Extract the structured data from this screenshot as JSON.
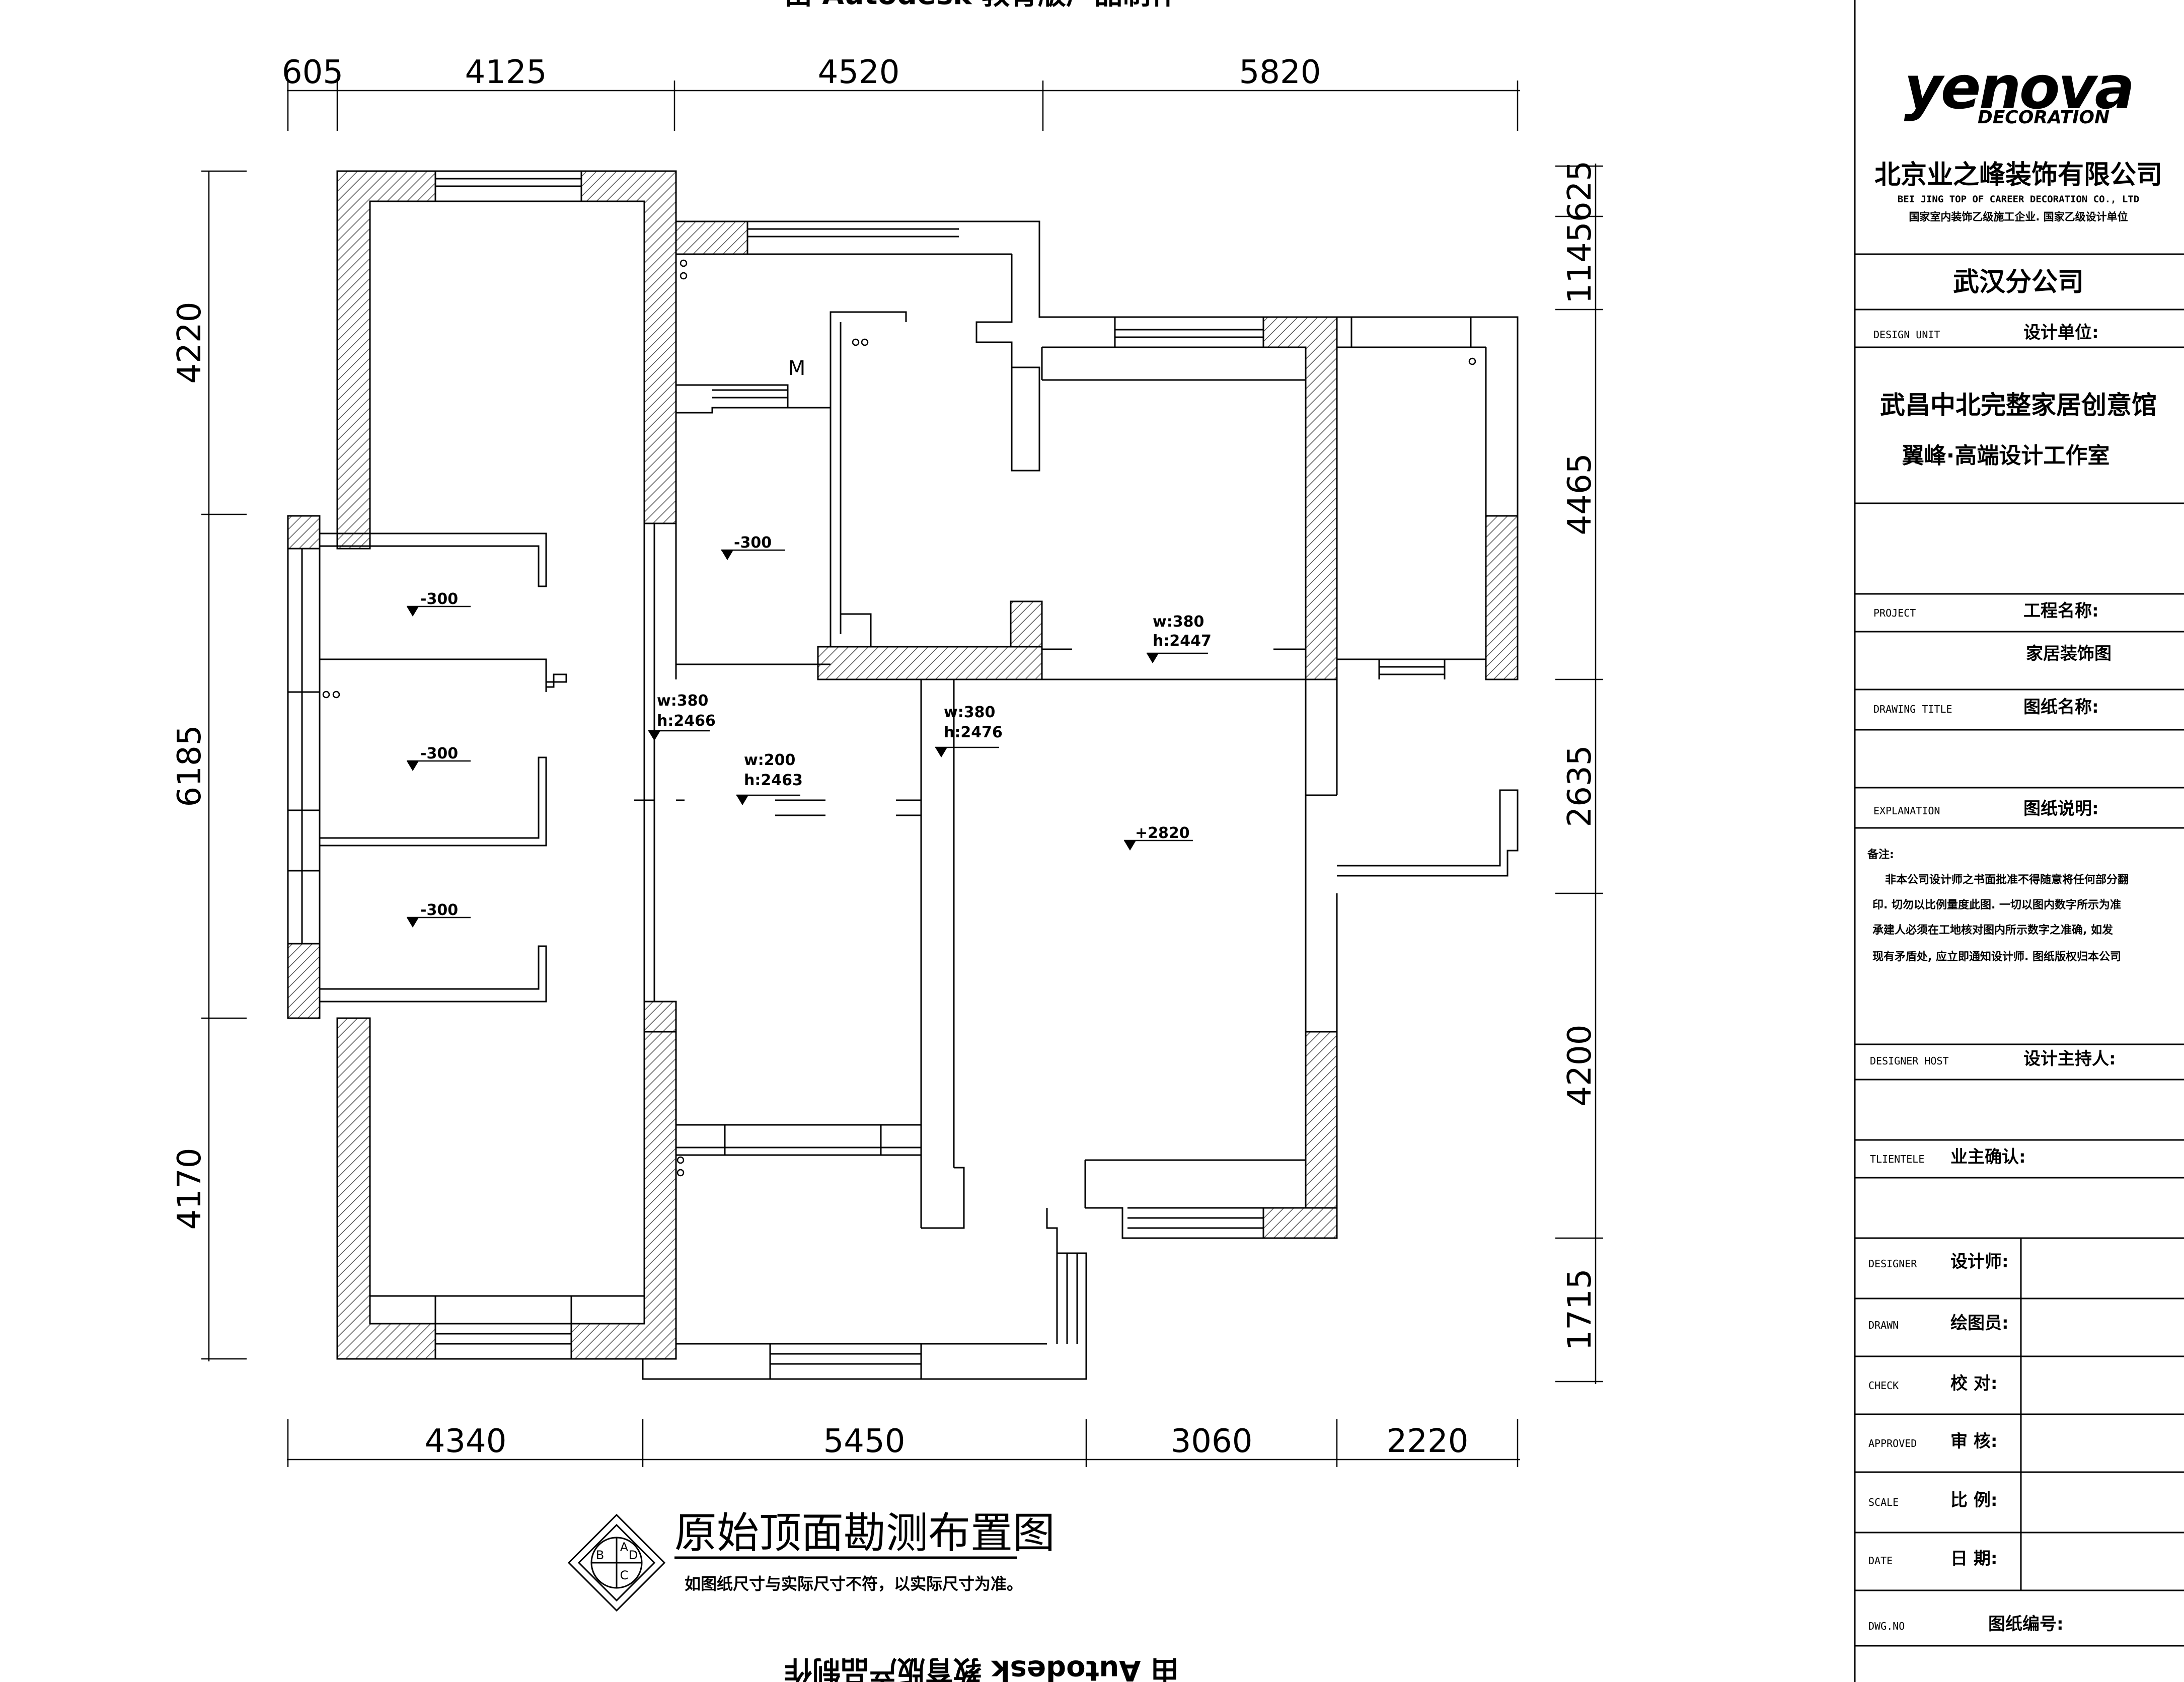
{
  "top_watermark": "由 Autodesk 教育版产品制作",
  "bottom_watermark": "由 Autodesk 教育版产品制作",
  "plan": {
    "title": "原始顶面勘测布置图",
    "subtitle": "如图纸尺寸与实际尺寸不符，以实际尺寸为准。",
    "compass_letters": [
      "A",
      "B",
      "C",
      "D"
    ],
    "mark_m": "M",
    "dims_top": [
      "605",
      "4125",
      "4520",
      "5820"
    ],
    "dims_bottom": [
      "4340",
      "5450",
      "3060",
      "2220"
    ],
    "dims_left": [
      "4220",
      "6185",
      "4170"
    ],
    "dims_right": [
      "625",
      "1145",
      "4465",
      "2635",
      "4200",
      "1715"
    ],
    "levels": [
      "-300",
      "-300",
      "-300",
      "-300",
      "+2820"
    ],
    "beams": [
      {
        "w": "w:380",
        "h": "h:2466"
      },
      {
        "w": "w:200",
        "h": "h:2463"
      },
      {
        "w": "w:380",
        "h": "h:2476"
      },
      {
        "w": "w:380",
        "h": "h:2447"
      }
    ]
  },
  "title_block": {
    "logo": "yenova",
    "logo_sub": "DECORATION",
    "company": "北京业之峰装饰有限公司",
    "company_en": "BEI JING TOP OF CAREER DECORATION CO., LTD",
    "company_cert": "国家室内装饰乙级施工企业. 国家乙级设计单位",
    "branch": "武汉分公司",
    "design_unit_en": "DESIGN UNIT",
    "design_unit_cn": "设计单位:",
    "studio1": "武昌中北完整家居创意馆",
    "studio2": "翼峰·高端设计工作室",
    "project_en": "PROJECT",
    "project_cn": "工程名称:",
    "project_value": "家居装饰图",
    "drawing_title_en": "DRAWING TITLE",
    "drawing_title_cn": "图纸名称:",
    "explanation_en": "EXPLANATION",
    "explanation_cn": "图纸说明:",
    "notes_head": "备注:",
    "notes": [
      "非本公司设计师之书面批准不得随意将任何部分翻",
      "印. 切勿以比例量度此图. 一切以图内数字所示为准",
      "承建人必须在工地核对图内所示数字之准确, 如发",
      "现有矛盾处, 应立即通知设计师. 图纸版权归本公司"
    ],
    "host_en": "DESIGNER HOST",
    "host_cn": "设计主持人:",
    "client_en": "TLIENTELE",
    "client_cn": "业主确认:",
    "rows": [
      {
        "en": "DESIGNER",
        "cn": "设计师:"
      },
      {
        "en": "DRAWN",
        "cn": "绘图员:"
      },
      {
        "en": "CHECK",
        "cn": "校  对:"
      },
      {
        "en": "APPROVED",
        "cn": "审  核:"
      },
      {
        "en": "SCALE",
        "cn": "比  例:"
      },
      {
        "en": "DATE",
        "cn": "日  期:"
      }
    ],
    "dwg_en": "DWG.NO",
    "dwg_cn": "图纸编号:"
  }
}
